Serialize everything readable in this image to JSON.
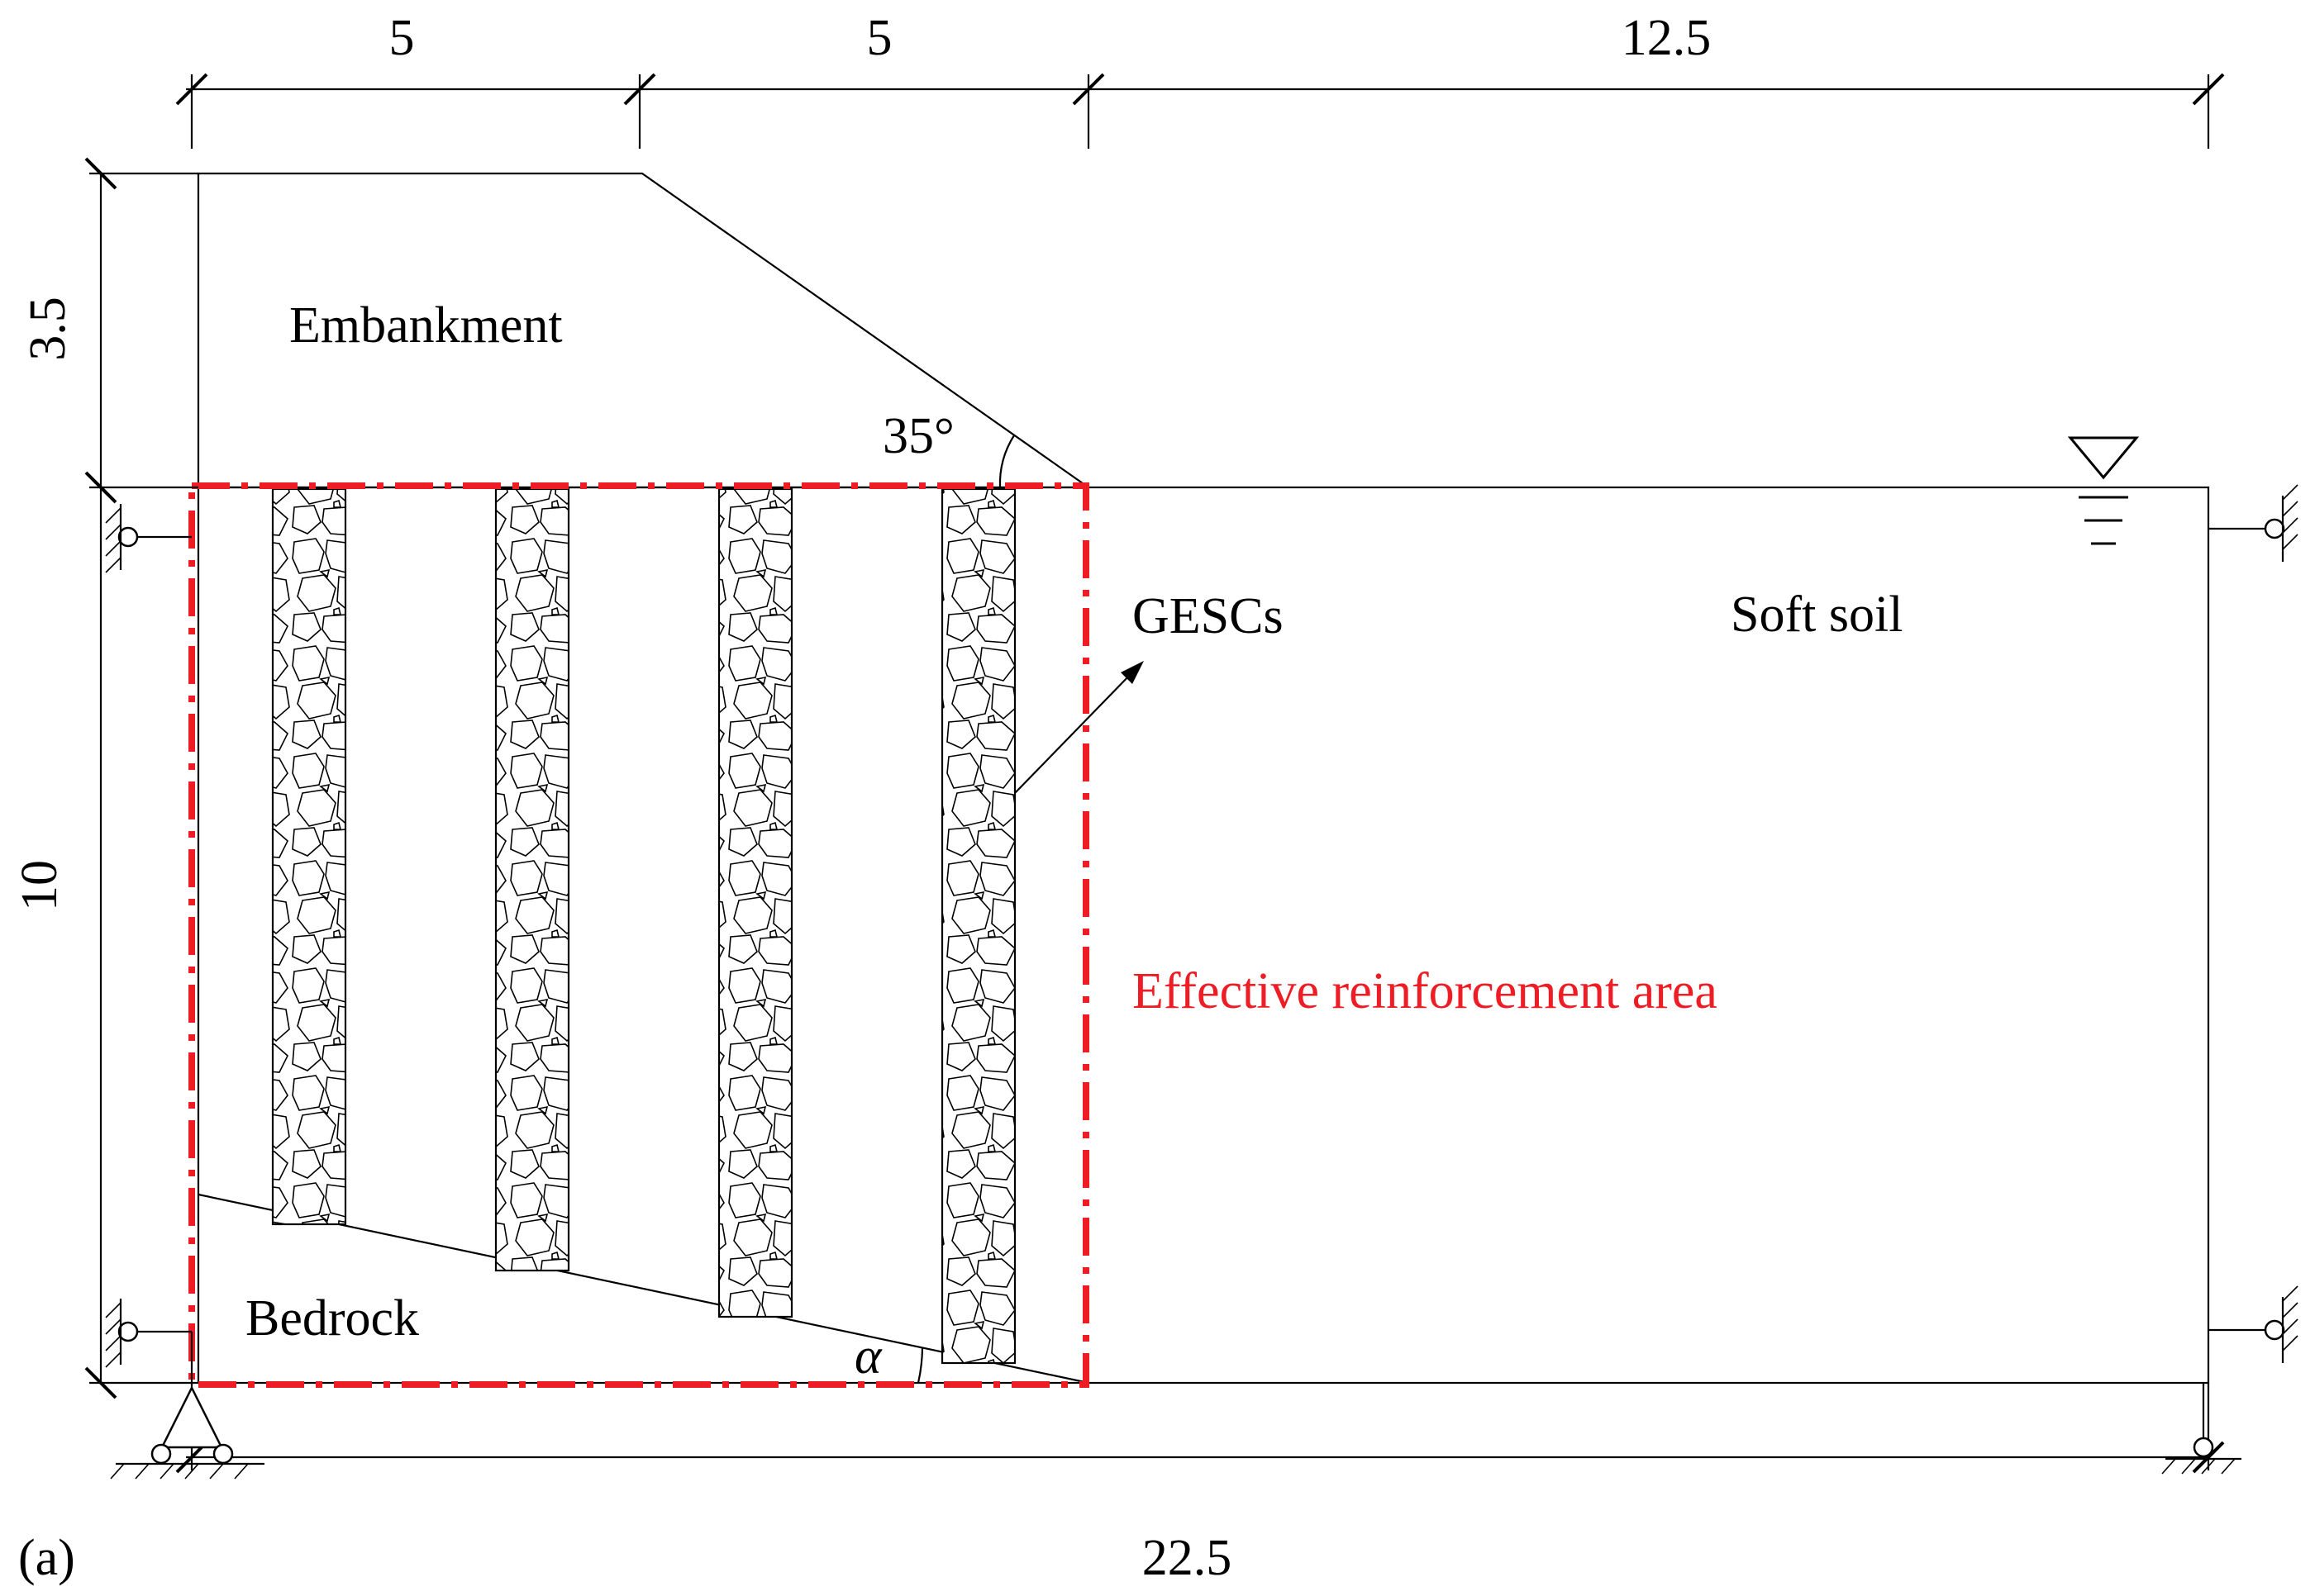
{
  "colors": {
    "line": "#000000",
    "effective_area": "#ee1c24",
    "text": "#000000"
  },
  "dimensions": {
    "top_left": "5",
    "top_middle": "5",
    "top_right": "12.5",
    "embankment_height": "3.5",
    "soft_soil_depth": "10",
    "total_width": "22.5"
  },
  "labels": {
    "embankment": "Embankment",
    "slope_angle": "35°",
    "gescs": "GESCs",
    "soft_soil": "Soft soil",
    "bedrock": "Bedrock",
    "bedrock_angle": "α",
    "effective_area": "Effective reinforcement area",
    "panel": "(a)"
  },
  "icons": {
    "water_table": "water-table-icon",
    "roller_support": "roller-support-icon",
    "pin_support": "pin-support-icon"
  },
  "columns": {
    "count": 4,
    "fill": "stone-aggregate"
  }
}
